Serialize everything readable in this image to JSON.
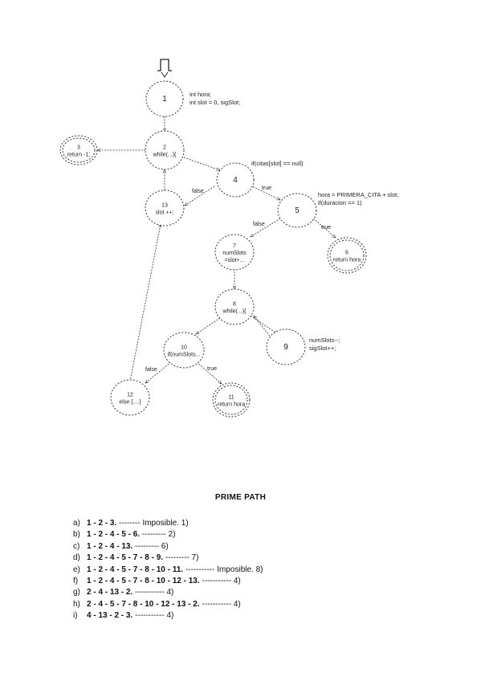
{
  "diagram": {
    "nodes": [
      {
        "id": "1",
        "lines": [
          "1"
        ],
        "role": "normal"
      },
      {
        "id": "2",
        "lines": [
          "2",
          "while(...){"
        ],
        "role": "normal"
      },
      {
        "id": "3",
        "lines": [
          "3",
          "return -1;"
        ],
        "role": "exit"
      },
      {
        "id": "4",
        "lines": [
          "4"
        ],
        "role": "normal"
      },
      {
        "id": "5",
        "lines": [
          "5"
        ],
        "role": "normal"
      },
      {
        "id": "6",
        "lines": [
          "6",
          "return hora"
        ],
        "role": "exit"
      },
      {
        "id": "7",
        "lines": [
          "7",
          "numSlots",
          "=slot+..."
        ],
        "role": "normal"
      },
      {
        "id": "8",
        "lines": [
          "8",
          "while(...){"
        ],
        "role": "normal"
      },
      {
        "id": "9",
        "lines": [
          "9"
        ],
        "role": "normal"
      },
      {
        "id": "10",
        "lines": [
          "10",
          "if(numSlots..."
        ],
        "role": "normal"
      },
      {
        "id": "11",
        "lines": [
          "11",
          "return hora"
        ],
        "role": "exit"
      },
      {
        "id": "12",
        "lines": [
          "12",
          "else {....}"
        ],
        "role": "normal"
      },
      {
        "id": "13",
        "lines": [
          "13",
          "slot ++;"
        ],
        "role": "normal"
      }
    ],
    "annotations": {
      "n1": [
        "int hora;",
        "int slot = 0, sigSlot;"
      ],
      "n4": [
        "if(citas[slot] == null)"
      ],
      "n5": [
        "hora = PRIMERA_CITA + slot;",
        "if(duracion == 1)"
      ],
      "n9": [
        "numSlots--;",
        "sigSlot++;"
      ]
    },
    "edge_labels": {
      "4_13": "false",
      "4_5": "true",
      "5_7": "false",
      "5_6": "true",
      "10_12": "false",
      "10_11": "true"
    }
  },
  "section_title": "PRIME PATH",
  "prime_paths": [
    {
      "letter": "a)",
      "path": "1 - 2 - 3.",
      "note": " -------- Imposible. 1)"
    },
    {
      "letter": "b)",
      "path": "1 - 2 - 4 - 5 - 6.",
      "note": " --------- 2)"
    },
    {
      "letter": "c)",
      "path": "1 - 2 - 4 - 13.",
      "note": " --------- 6)"
    },
    {
      "letter": "d)",
      "path": "1 - 2 - 4 - 5 - 7 - 8 - 9.",
      "note": " --------- 7)"
    },
    {
      "letter": "e)",
      "path": "1 - 2 - 4 - 5 - 7 - 8 - 10 - 11.",
      "note": " ----------- Imposible. 8)"
    },
    {
      "letter": "f)",
      "path": "1 - 2 - 4 - 5 - 7 - 8 - 10 - 12 - 13.",
      "note": " ----------- 4)"
    },
    {
      "letter": "g)",
      "path": "2 - 4 - 13 - 2.",
      "note": " ----------- 4)"
    },
    {
      "letter": "h)",
      "path": "2 - 4 - 5 - 7 - 8 - 10 - 12 - 13 - 2.",
      "note": " ----------- 4)"
    },
    {
      "letter": "i)",
      "path": "4 - 13 - 2 - 3.",
      "note": " ----------- 4)"
    }
  ]
}
